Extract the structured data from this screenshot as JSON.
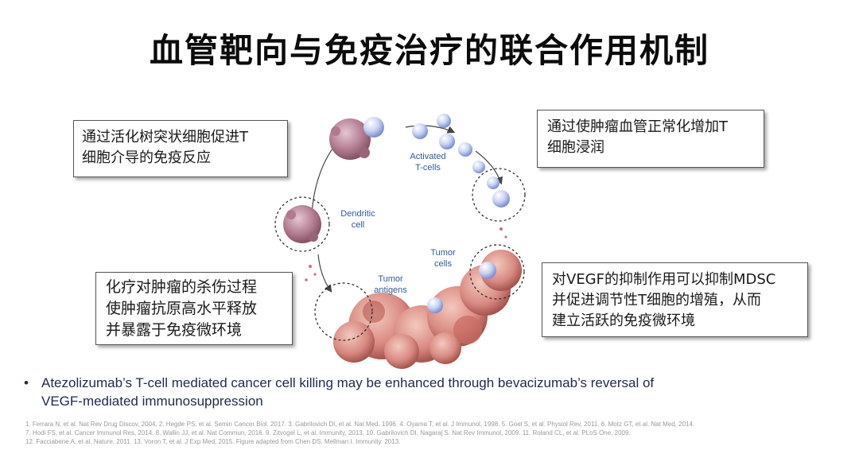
{
  "title": "血管靶向与免疫治疗的联合作用机制",
  "boxes": {
    "top_left": [
      "通过活化树突状细胞促进T",
      "细胞介导的免疫反应"
    ],
    "top_right": [
      "通过使肿瘤血管正常化增加T",
      "细胞浸润"
    ],
    "bottom_left": [
      "化疗对肿瘤的杀伤过程",
      "使肿瘤抗原高水平释放",
      "并暴露于免疫微环境"
    ],
    "bottom_right": [
      "对VEGF的抑制作用可以抑制MDSC",
      "并促进调节性T细胞的增殖，从而",
      "建立活跃的免疫微环境"
    ]
  },
  "diagram": {
    "activated_t_cells": [
      "Activated",
      "T-cells"
    ],
    "dendritic_cell": [
      "Dendritic",
      "cell"
    ],
    "tumor_cells": [
      "Tumor",
      "cells"
    ],
    "tumor_antigens": [
      "Tumor",
      "antigens"
    ]
  },
  "bullet": {
    "marker": "•",
    "line1": "Atezolizumab’s T-cell mediated cancer cell killing may be enhanced through bevacizumab’s reversal of",
    "line2": "VEGF-mediated immunosuppression"
  },
  "references": [
    "1. Ferrara N, et al. Nat Rev Drug Discov, 2004. 2. Hegde PS, et al. Semin Cancer Biol. 2017.  3. Gabrilovich DI, et al. Nat Med. 1996. 4. Oyama T, et al. J Immunol, 1998. 5. Goel S, et al. Physiol Rev, 2011. 6. Motz GT, et al. Nat Med, 2014.",
    "7. Hodi FS, et al. Cancer Immunol Res, 2014. 8. Wallin JJ, et al. Nat Commun, 2016. 9. Zitvogel L, et al. Immunity, 2013. 10. Gabrilovich DI, Nagaraj S. Nat Rev Immunol, 2009. 11. Roland CL, et al. PLoS One, 2009.",
    "12. Facciabene A, et al. Nature, 2011. 13. Voron T, et al. J Exp Med, 2015. Figure adapted from Chen DS, Mellman I. Immunity. 2013."
  ],
  "colors": {
    "label_blue": "#2f5a9c",
    "tumor_pink": "#d98a82",
    "tcell_blue": "#9fb2e6",
    "dendritic_pink": "#b07a8e"
  }
}
